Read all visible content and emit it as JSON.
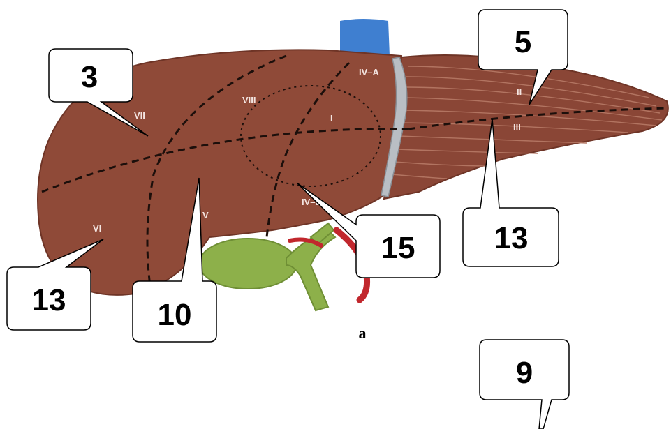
{
  "segments": {
    "iva": "IV–A",
    "vii": "VII",
    "viii": "VIII",
    "i": "I",
    "ii": "II",
    "iii": "III",
    "v": "V",
    "ivb": "IV–B",
    "vi": "VI"
  },
  "callouts": {
    "c3": "3",
    "c5": "5",
    "c13_right": "13",
    "c15": "15",
    "c13_left": "13",
    "c10": "10",
    "c9": "9"
  },
  "caption": "a",
  "colors": {
    "liver": "#8f4a38",
    "liver_outline": "#6e3426",
    "left_lobe": "#8a4636",
    "vena_cava": "#3f7fd0",
    "gallbladder": "#8db04a",
    "artery": "#c1272d",
    "ligament": "#b9bec4"
  }
}
